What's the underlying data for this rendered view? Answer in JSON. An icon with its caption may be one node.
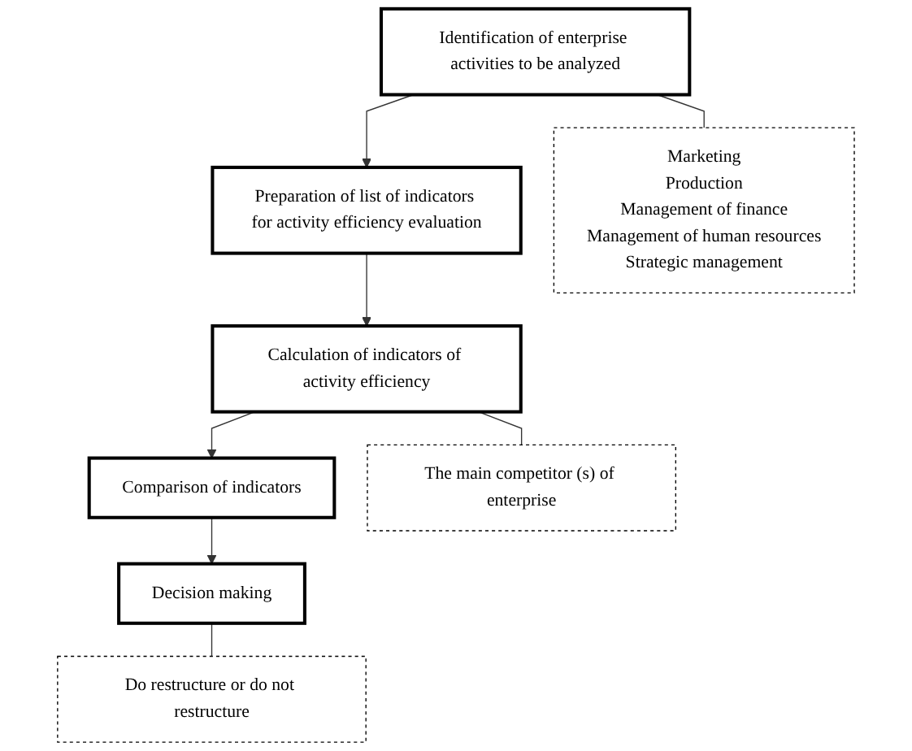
{
  "diagram": {
    "nodes": [
      {
        "text": [
          "Identification of enterprise activities to be analyzed"
        ]
      },
      {
        "text": [
          "Preparation of list of indicators for activity efficiency evaluation"
        ]
      },
      {
        "text": [
          "Calculation of indicators of activity efficiency"
        ]
      },
      {
        "text": [
          "Comparison of indicators"
        ]
      },
      {
        "text": [
          "Decision making"
        ]
      },
      {
        "text": [
          "Marketing",
          "Production",
          "Management of finance",
          "Management of human resources",
          "Strategic management"
        ]
      },
      {
        "text": [
          "The main competitor (s) of enterprise"
        ]
      },
      {
        "text": [
          "Do restructure or do not restructure"
        ]
      }
    ],
    "edges": [
      {
        "from": 0,
        "to": 1,
        "arrow": "to"
      },
      {
        "from": 1,
        "to": 2,
        "arrow": "to"
      },
      {
        "from": 2,
        "to": 3,
        "arrow": "to"
      },
      {
        "from": 3,
        "to": 4,
        "arrow": "to"
      },
      {
        "from": 0,
        "to": 5,
        "arrow": "none"
      },
      {
        "from": 2,
        "to": 6,
        "arrow": "none"
      },
      {
        "from": 4,
        "to": 7,
        "arrow": "none"
      }
    ]
  }
}
